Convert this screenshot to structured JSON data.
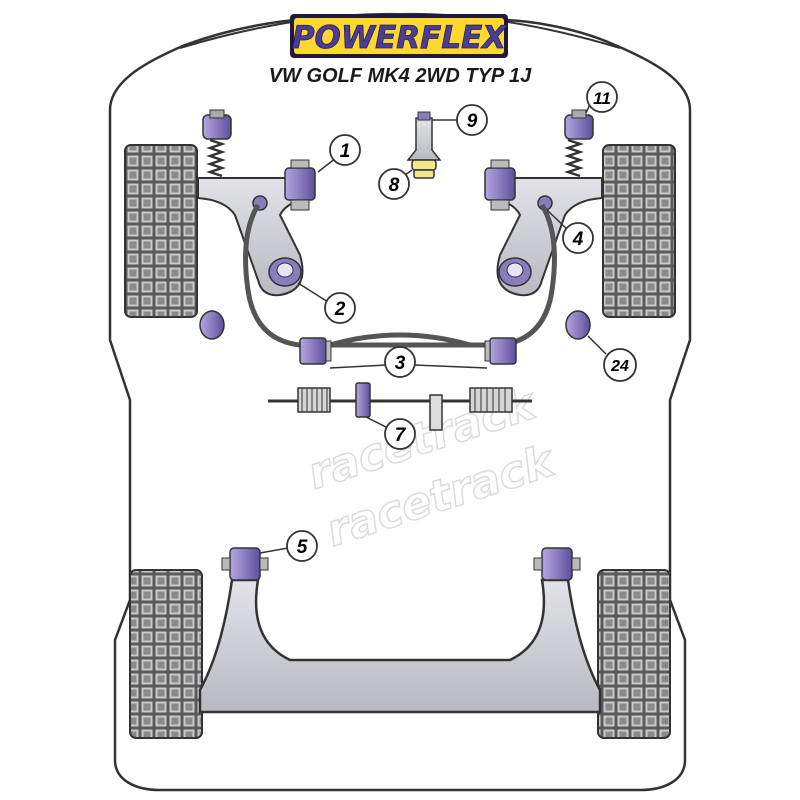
{
  "brand": {
    "logo_text": "POWERFLEX",
    "logo_bg": "#ffd82e",
    "logo_ink": "#4b3d8f"
  },
  "title": "VW GOLF MK4 2WD TYP 1J",
  "watermark_text": "racetrack",
  "colors": {
    "bush_purple": "#8b7cc0",
    "bush_dark": "#4d3f86",
    "bush_yellow": "#f2e78a",
    "metal": "#cfcfd6",
    "outline": "#333333"
  },
  "callouts": [
    {
      "id": "1",
      "target": "front-upper-bush"
    },
    {
      "id": "2",
      "target": "wishbone-rear-bush"
    },
    {
      "id": "3",
      "target": "anti-roll-bar-bushes"
    },
    {
      "id": "4",
      "target": "wishbone-front-bush-right"
    },
    {
      "id": "5",
      "target": "rear-beam-mount"
    },
    {
      "id": "7",
      "target": "steering-rack-bush"
    },
    {
      "id": "8",
      "target": "engine-mount-insert"
    },
    {
      "id": "9",
      "target": "engine-mount"
    },
    {
      "id": "11",
      "target": "top-mount"
    },
    {
      "id": "24",
      "target": "subframe-mount"
    }
  ]
}
